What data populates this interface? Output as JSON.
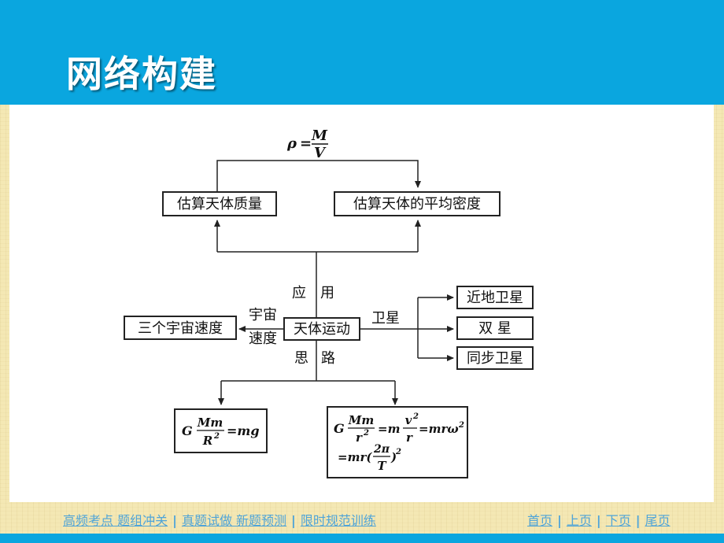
{
  "header": {
    "title": "网络构建"
  },
  "diagram": {
    "density_formula": {
      "lhs": "ρ",
      "eq": "=",
      "num": "M",
      "den": "V"
    },
    "boxes": {
      "estimate_mass": "估算天体质量",
      "estimate_density": "估算天体的平均密度",
      "three_cosmic": "三个宇宙速度",
      "celestial_motion": "天体运动",
      "near_earth": "近地卫星",
      "binary_star": "双 星",
      "geosync": "同步卫星"
    },
    "labels": {
      "apply_1": "应",
      "apply_2": "用",
      "cosmic_1": "宇宙",
      "cosmic_2": "速度",
      "satellite": "卫星",
      "idea_1": "思",
      "idea_2": "路"
    },
    "formula_left": {
      "G": "G",
      "num": "Mm",
      "den": "R",
      "den_exp": "2",
      "rhs": "=mg"
    },
    "formula_right": {
      "G": "G",
      "num": "Mm",
      "den": "r",
      "den_exp": "2",
      "eq1": "=m",
      "v_num": "v",
      "v_exp": "2",
      "v_den": "r",
      "eq2": "=mrω",
      "w_exp": "2",
      "line2_a": "=mr(",
      "pi_num": "2π",
      "pi_den": "T",
      "line2_b": ")",
      "line2_exp": "2"
    }
  },
  "nav": {
    "left": [
      "高频考点  题组冲关",
      "真题试做  新题预测",
      "限时规范训练"
    ],
    "right": [
      "首页",
      "上页",
      "下页",
      "尾页"
    ]
  }
}
